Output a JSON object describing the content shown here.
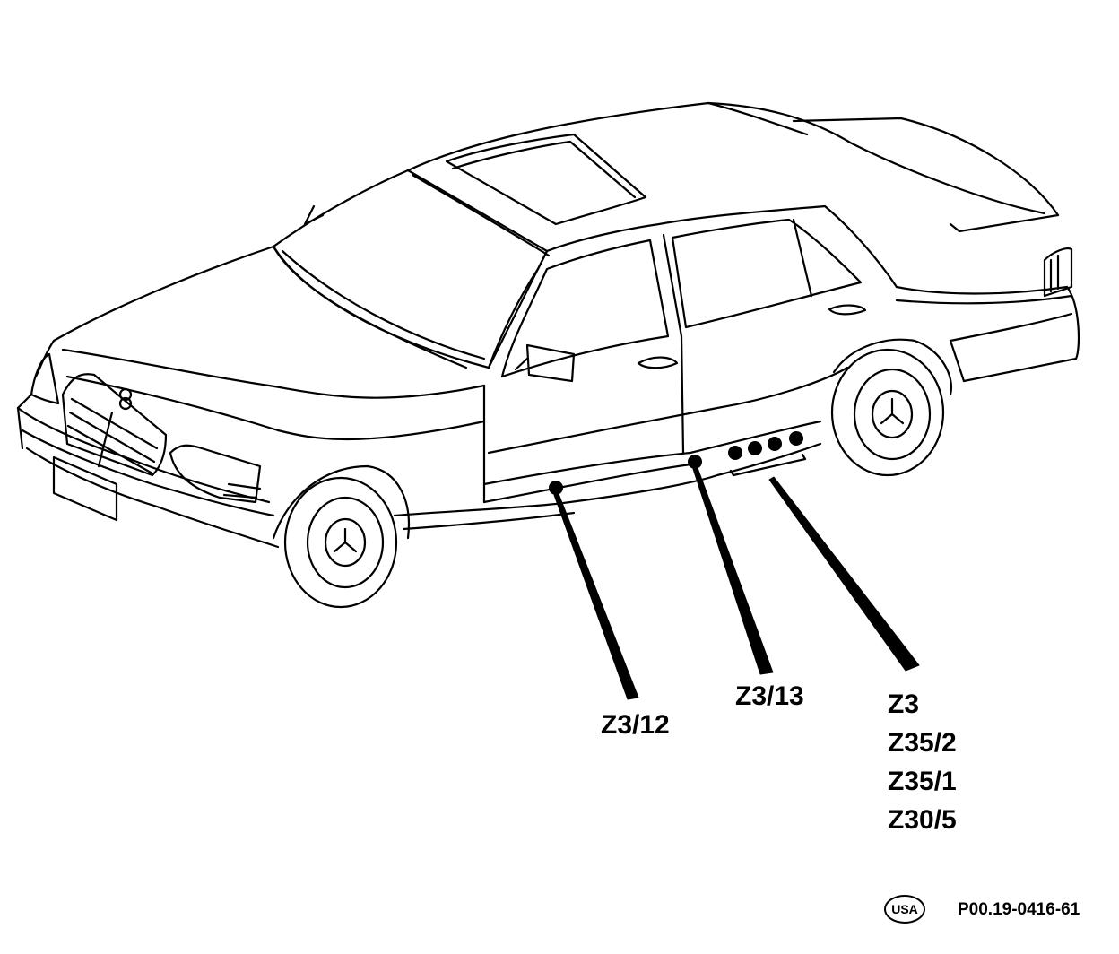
{
  "callouts": {
    "z3_12": "Z3/12",
    "z3_13": "Z3/13",
    "group": [
      "Z3",
      "Z35/2",
      "Z35/1",
      "Z30/5"
    ]
  },
  "footer": {
    "region_badge": "USA",
    "reference": "P00.19-0416-61"
  },
  "colors": {
    "line": "#000000",
    "background": "#ffffff"
  }
}
